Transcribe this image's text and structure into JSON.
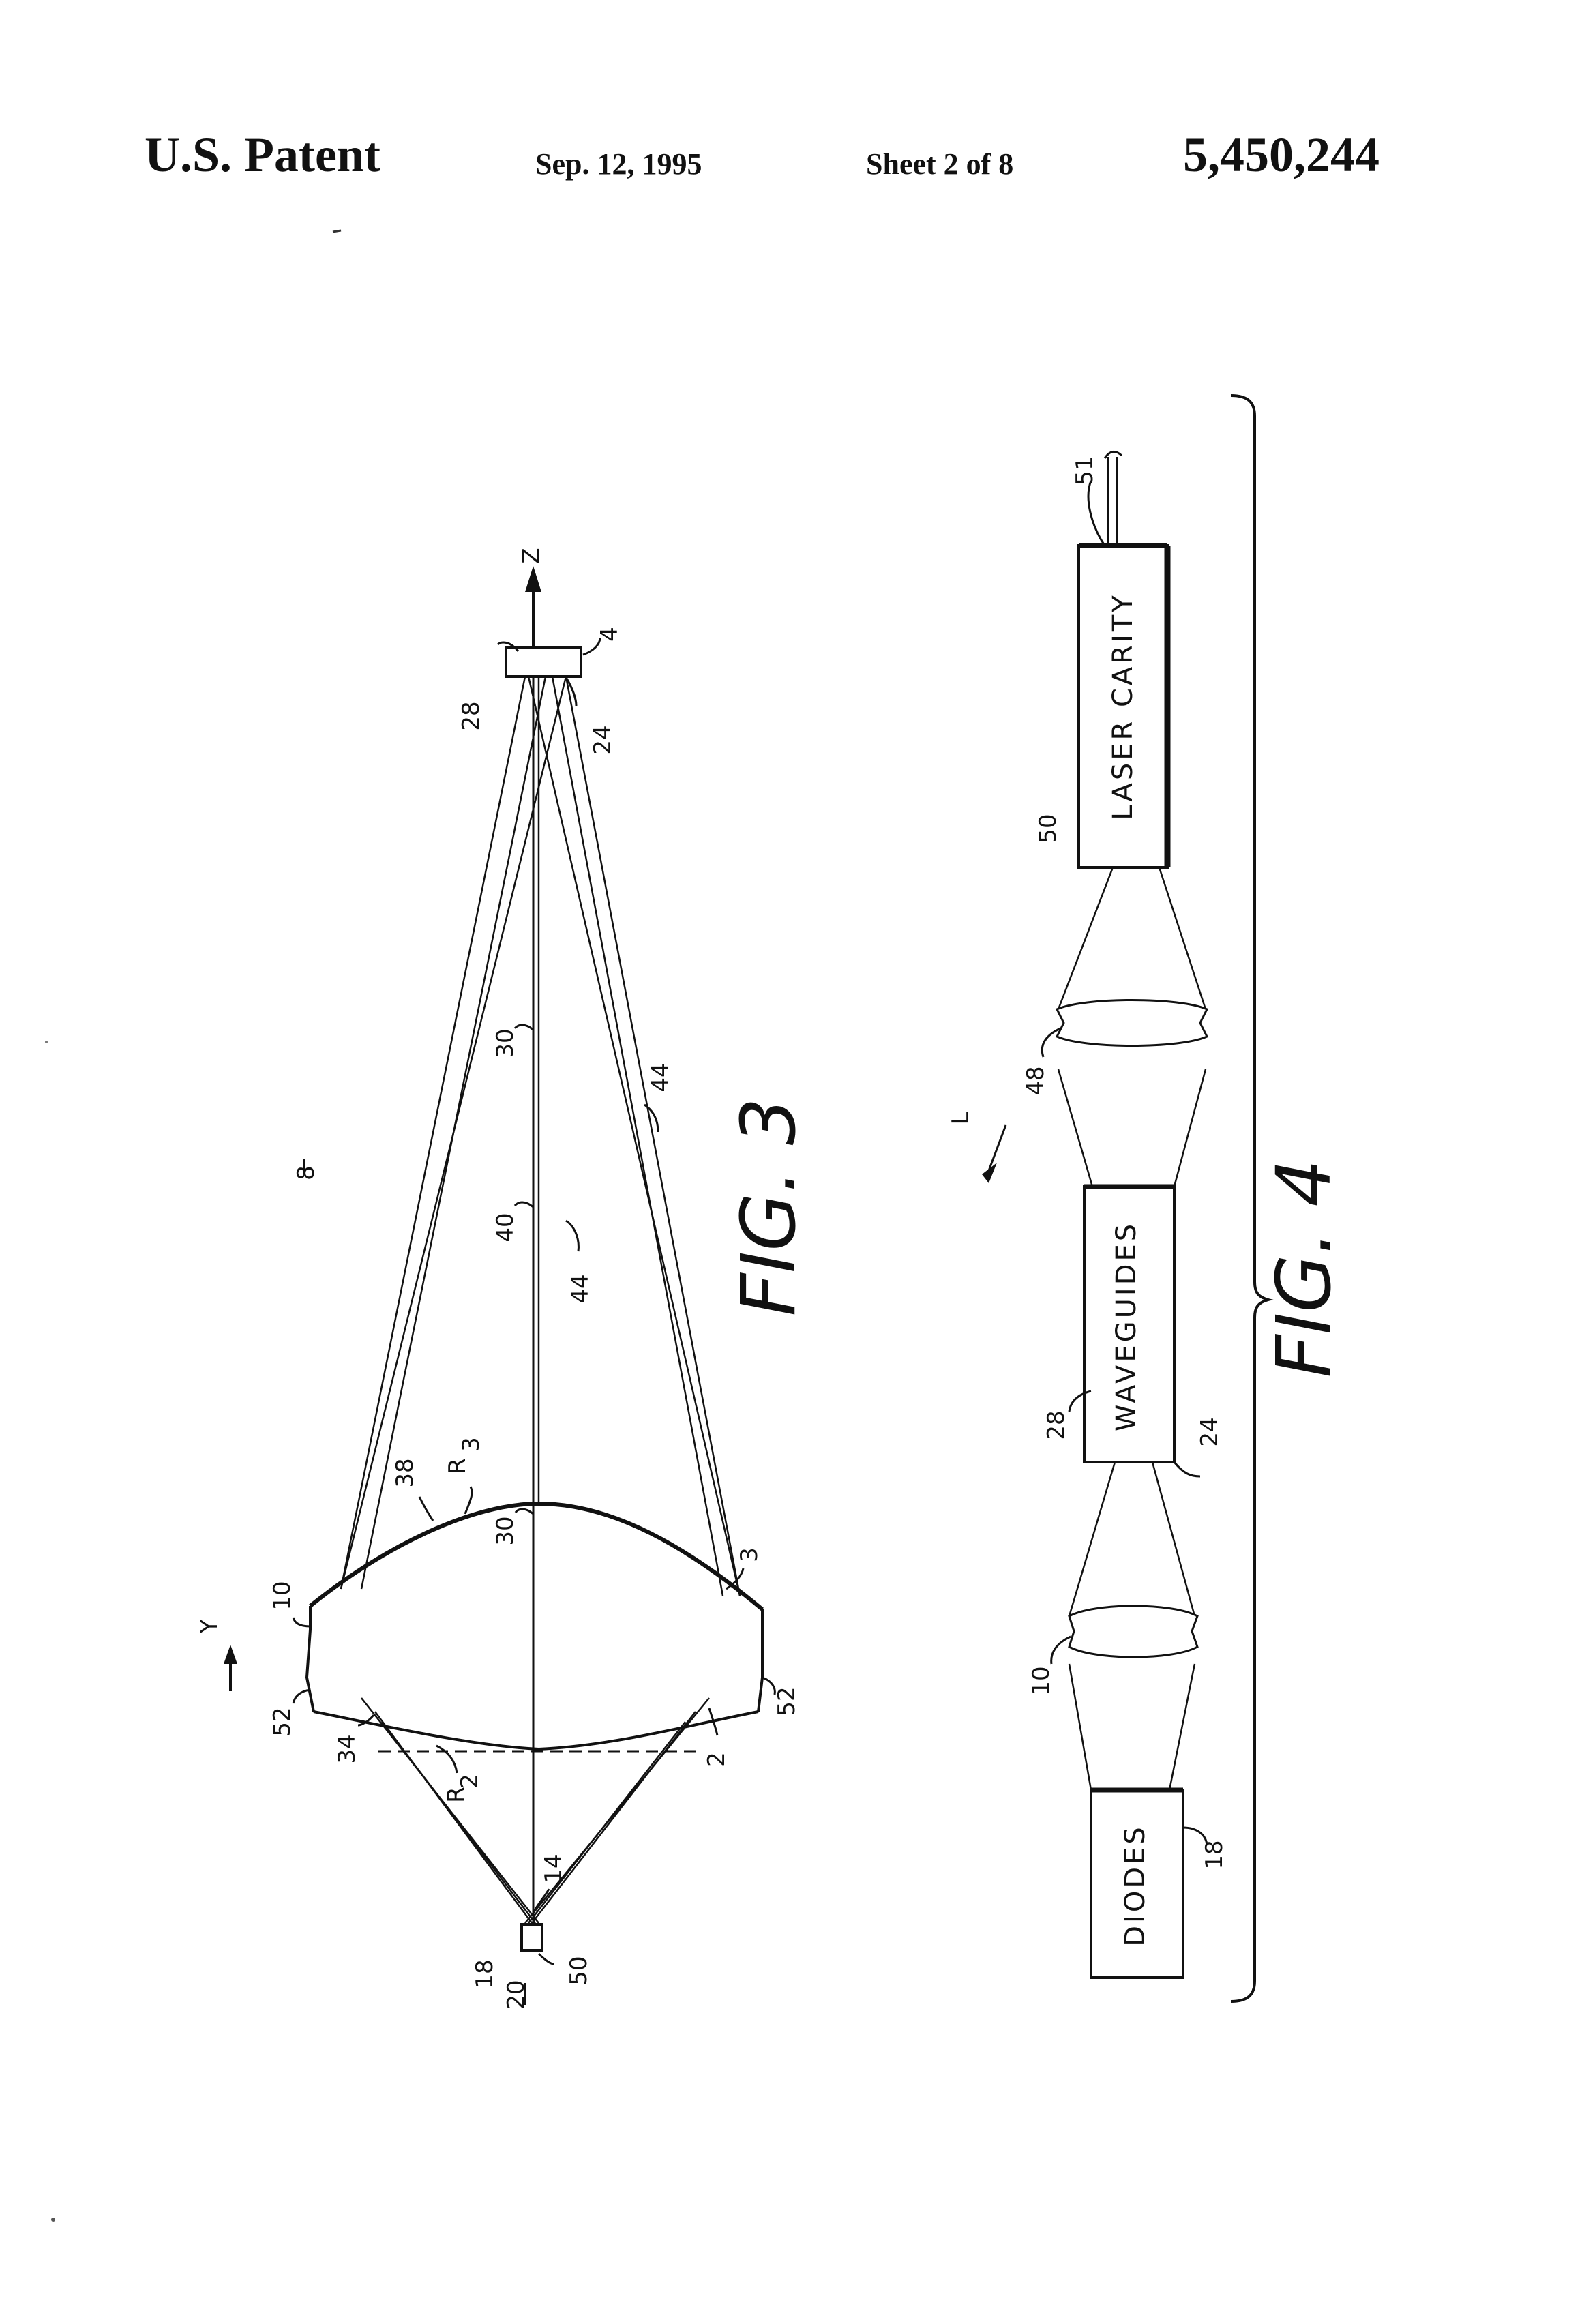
{
  "header": {
    "title": "U.S. Patent",
    "date": "Sep. 12, 1995",
    "sheet": "Sheet 2 of 8",
    "patent_number": "5,450,244"
  },
  "fig3": {
    "caption": "FIG. 3",
    "assembly_ref": "8",
    "axis_z": "Z",
    "axis_y": "Y",
    "labels": {
      "waveguide": "28",
      "waveguide_out": "24",
      "waveguide_face": "4",
      "ray_30_upper": "30",
      "ray_30_lens": "30",
      "ray_40": "40",
      "ray_44_a": "44",
      "ray_44_b": "44",
      "surface_38": "38",
      "radius_3": "R",
      "radius_3_sub": "3",
      "radius_2": "R",
      "radius_2_sub": "2",
      "surface_3": "3",
      "lens_10": "10",
      "edge_52_left": "52",
      "edge_52_right": "52",
      "surface_34": "34",
      "surface_2": "2",
      "source_14": "14",
      "source_18": "18",
      "source_20": "20",
      "source_50": "50"
    }
  },
  "fig4": {
    "caption": "FIG. 4",
    "system_ref": "L",
    "boxes": {
      "laser": "LASER CARITY",
      "waveguides": "WAVEGUIDES",
      "diodes": "DIODES"
    },
    "labels": {
      "laser_ref": "50",
      "output_ref": "51",
      "lens_48": "48",
      "waveguides_ref": "28",
      "waveguides_out": "24",
      "lens_10": "10",
      "diodes_ref": "18"
    }
  }
}
